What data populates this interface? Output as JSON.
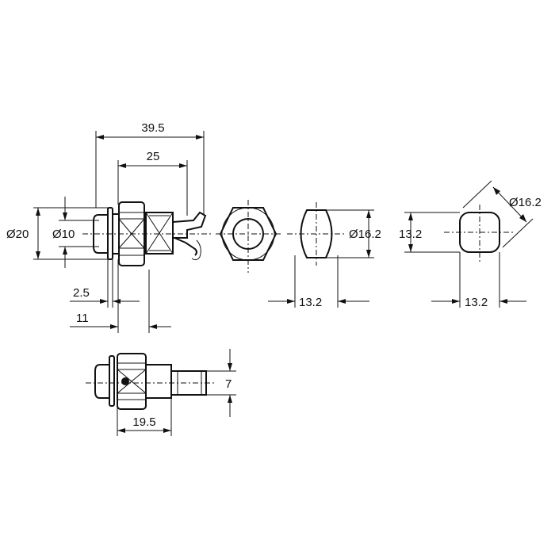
{
  "dimensions": {
    "overall_length": "39.5",
    "body_length": "25",
    "flange_diameter": "Ø20",
    "body_diameter": "Ø10",
    "flange_thickness": "2.5",
    "panel_grip": "11",
    "nut_across_corners_1": "Ø16.2",
    "nut_across_flats_1": "13.2",
    "square_across_flats_v": "13.2",
    "square_diagonal": "Ø16.2",
    "square_across_flats_h": "13.2",
    "shaft_width": "7",
    "body_length_bottom": "19.5"
  }
}
